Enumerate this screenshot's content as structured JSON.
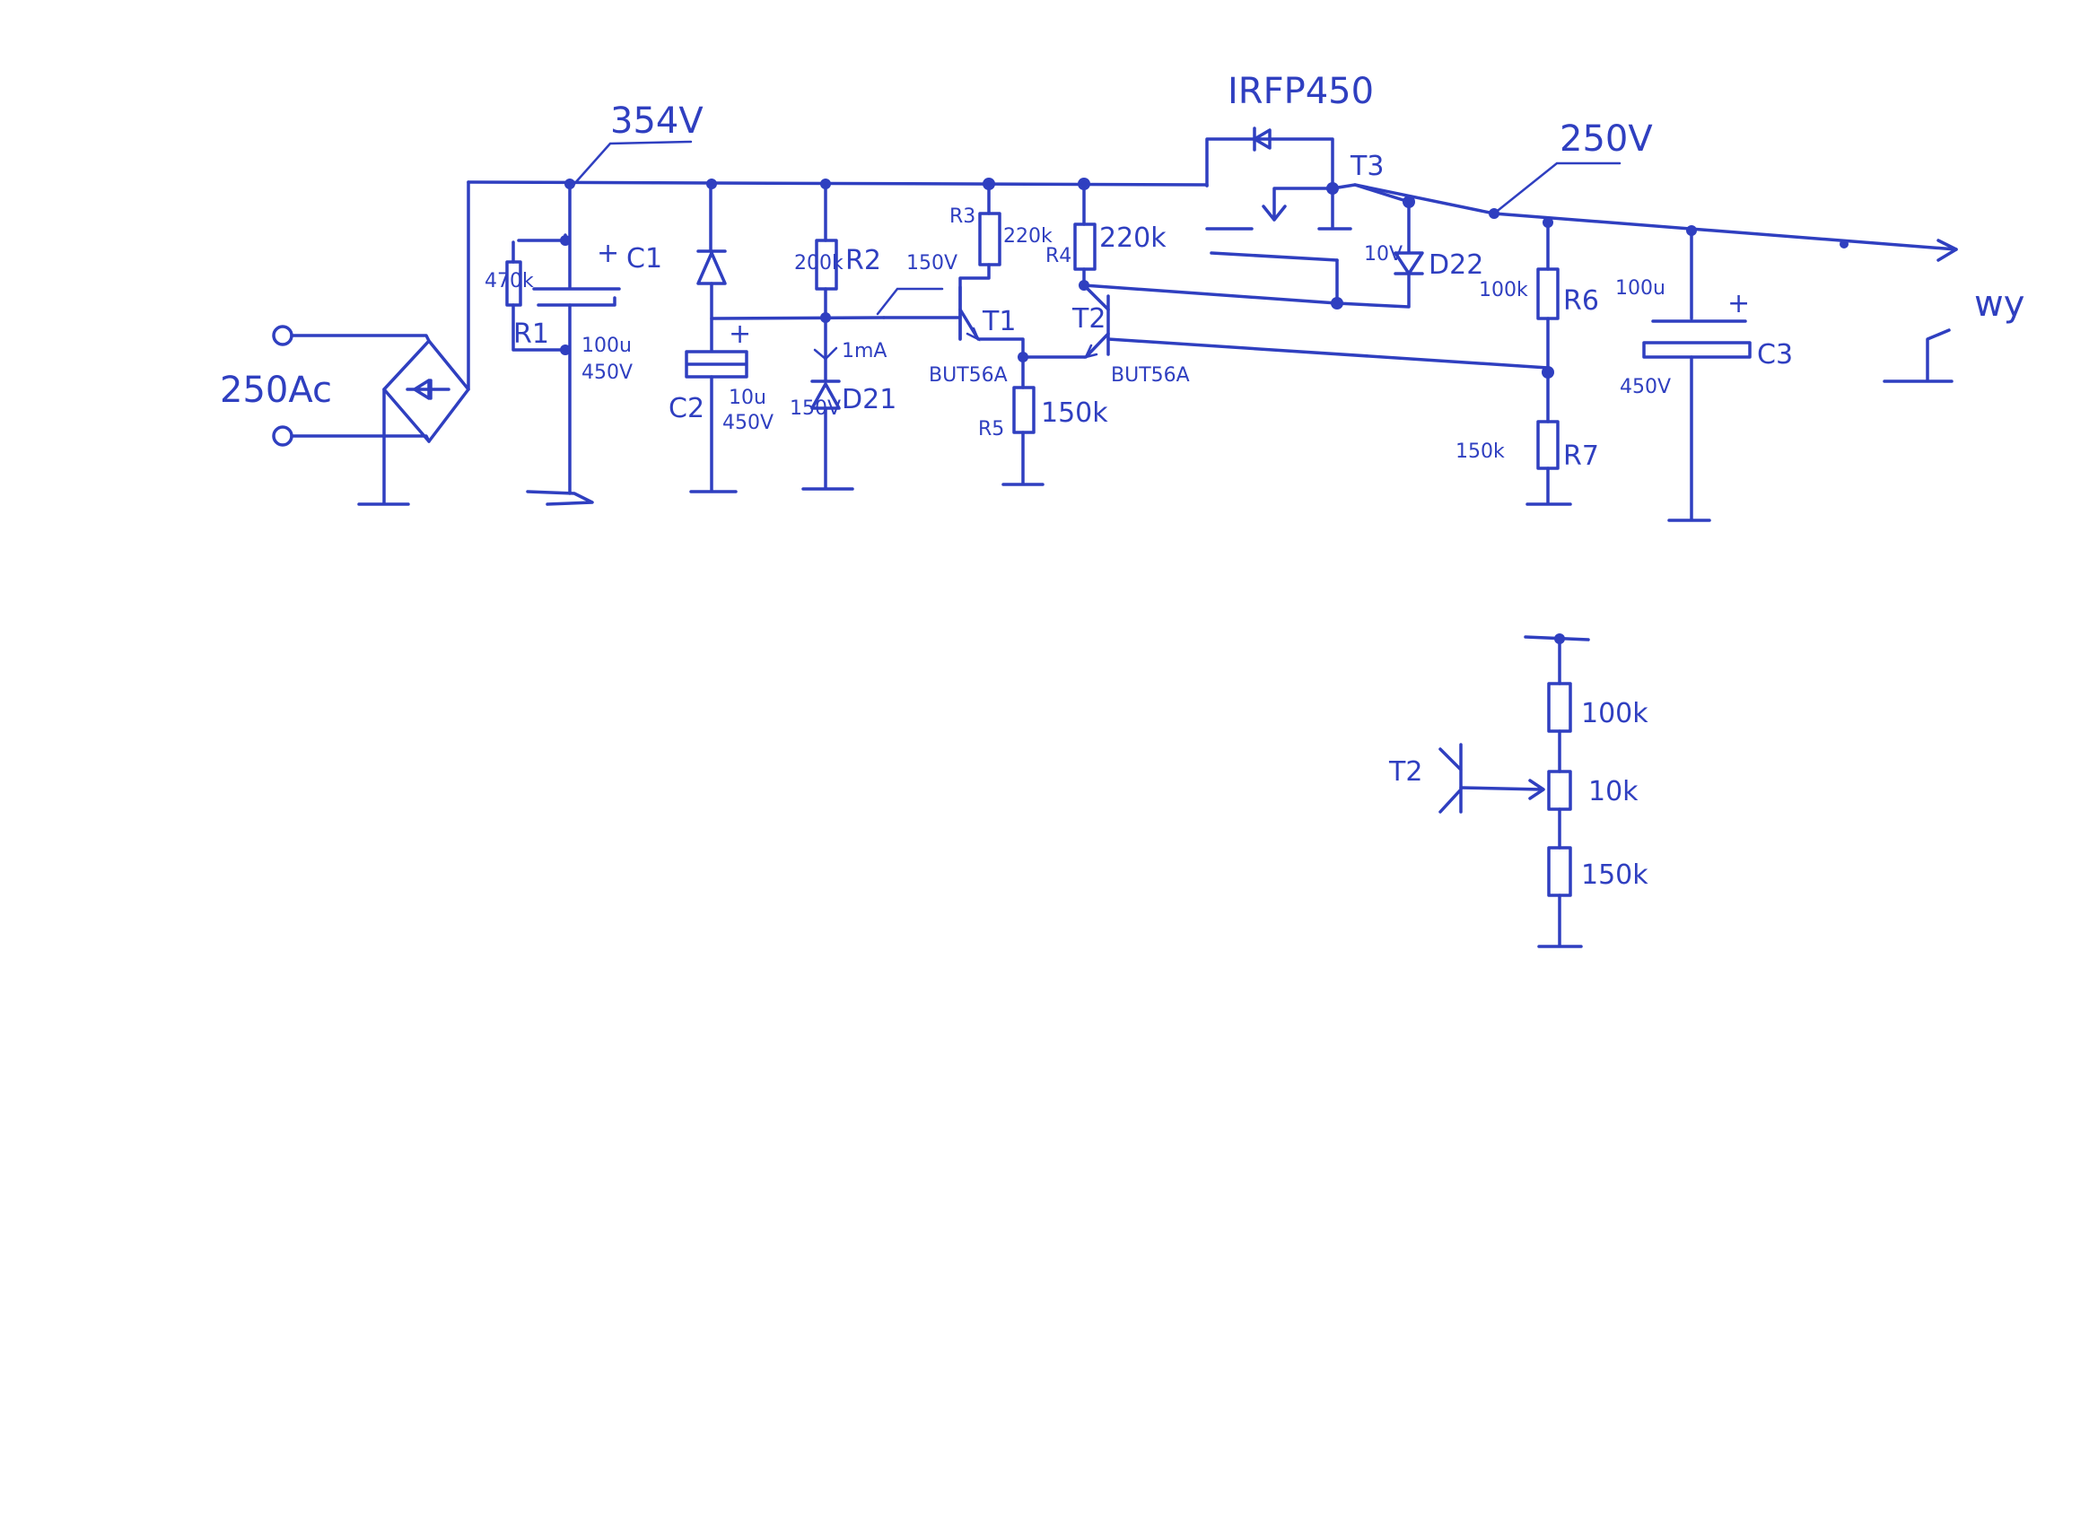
{
  "colors": {
    "ink": "#2f3fc0",
    "paper": "#ffffff"
  },
  "labels": {
    "input_voltage": "250Ac",
    "rail_voltage": "354V",
    "output_voltage": "250V",
    "mosfet_part": "IRFP450",
    "t3": "T3",
    "output": "wy",
    "r1": "R1",
    "r1_value": "470k",
    "c1": "C1",
    "c1_value": "100u",
    "c1_voltage": "450V",
    "c2": "C2",
    "c2_value": "10u",
    "c2_voltage": "450V",
    "r2": "R2",
    "r2_value": "200k",
    "bias_current": "1mA",
    "d21_voltage": "150V",
    "d21": "D21",
    "r3": "R3",
    "r3_value": "220k",
    "r4": "R4",
    "r4_value": "220k",
    "t1_voltage": "150V",
    "t1": "T1",
    "t2": "T2",
    "t1_part": "BUT56A",
    "t2_part": "BUT56A",
    "r5": "R5",
    "r5_value": "150k",
    "d22_voltage": "10V",
    "d22": "D22",
    "r6": "R6",
    "r6_value": "100k",
    "r7": "R7",
    "r7_value": "150k",
    "c3": "C3",
    "c3_value": "100u",
    "c3_voltage": "450V",
    "sub_top": "100k",
    "sub_pot": "10k",
    "sub_bottom": "150k",
    "sub_t2": "T2"
  }
}
